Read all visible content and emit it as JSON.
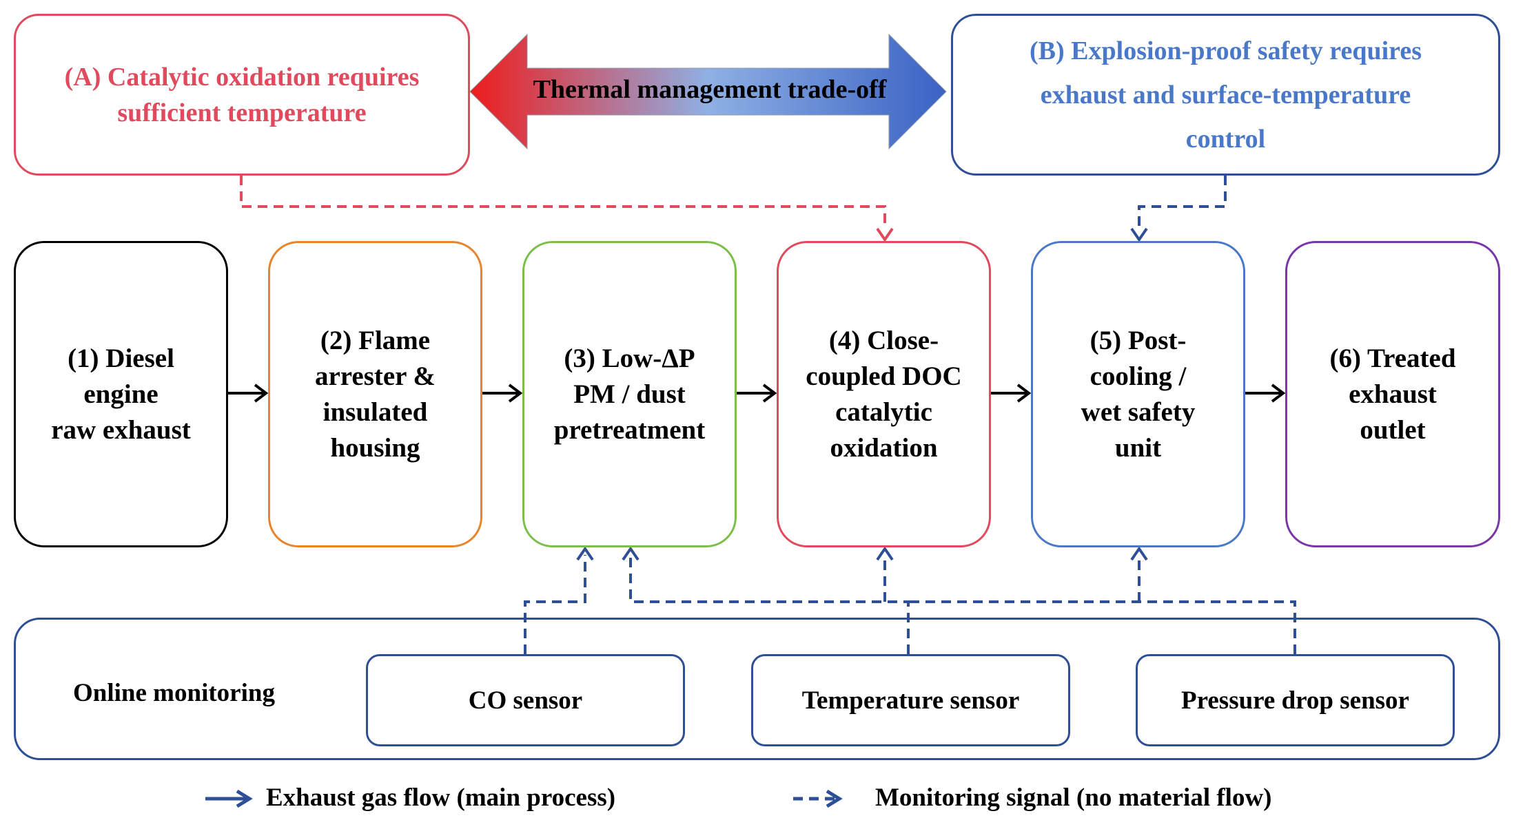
{
  "constraints": {
    "a_label": "(A) Catalytic oxidation requires\nsufficient temperature",
    "b_label": "(B) Explosion-proof safety requires\nexhaust and surface-temperature\ncontrol",
    "tradeoff_label": "Thermal management trade-off"
  },
  "process": [
    {
      "label": "(1) Diesel\nengine\nraw exhaust"
    },
    {
      "label": "(2) Flame\narrester &\ninsulated\nhousing"
    },
    {
      "label": "(3) Low-ΔP\nPM / dust\npretreatment"
    },
    {
      "label": "(4) Close-\ncoupled DOC\ncatalytic\noxidation"
    },
    {
      "label": "(5) Post-\ncooling /\nwet safety\nunit"
    },
    {
      "label": "(6) Treated\nexhaust\noutlet"
    }
  ],
  "monitoring": {
    "label": "Online monitoring",
    "sensors": [
      "CO sensor",
      "Temperature sensor",
      "Pressure drop sensor"
    ]
  },
  "legend": {
    "solid": "Exhaust gas flow (main process)",
    "dashed": "Monitoring signal (no material flow)"
  },
  "colors": {
    "stage1": "#000000",
    "stage2": "#e8842c",
    "stage3": "#7bbf4a",
    "stage4": "#e04a5c",
    "stage5": "#4a78c8",
    "stage6": "#7a35a8",
    "constraint_a": "#e04a5c",
    "constraint_b": "#4a78c8",
    "signal": "#2e4f96"
  }
}
